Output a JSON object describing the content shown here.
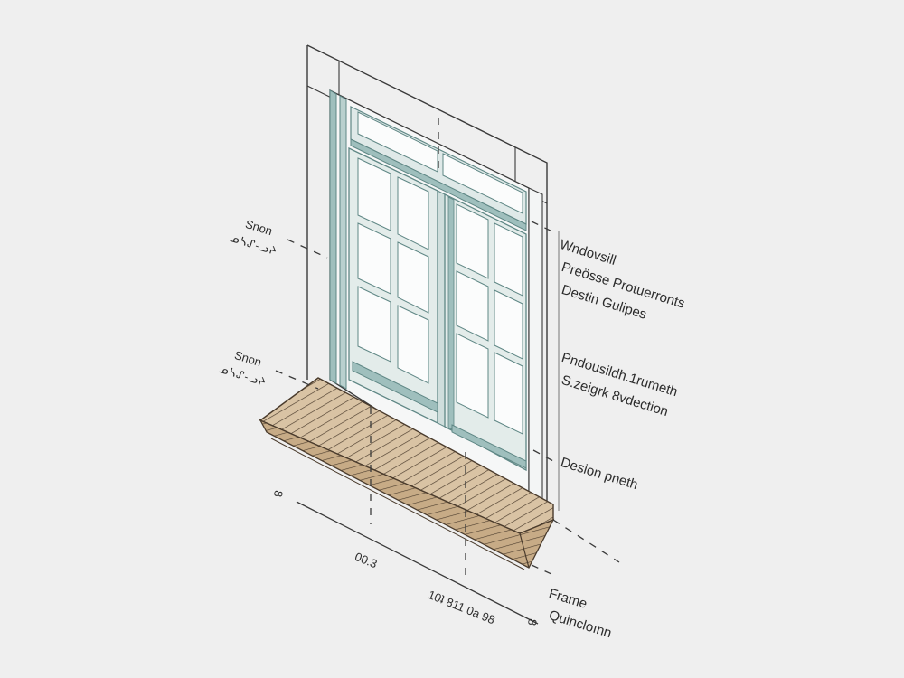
{
  "diagram": {
    "type": "isometric technical illustration",
    "subject": "window with windowsill",
    "colors": {
      "background": "#efefef",
      "outline": "#3a3a3a",
      "frame_fill": "#f6f7f7",
      "frame_teal": "#9fbfbd",
      "frame_teal_dark": "#5f8785",
      "glass": "#fbfcfc",
      "sill_fill": "#d9c3a4",
      "sill_edge": "#c7ab86",
      "sill_grain": "#4a3b2c"
    }
  },
  "labels_right": [
    {
      "id": "windowsill",
      "text": "Wndovsill"
    },
    {
      "id": "precise-protuerants",
      "text": "Preösse Protuerronts"
    },
    {
      "id": "design-guides",
      "text": "Destin Gulipes"
    },
    {
      "id": "product-measurement",
      "text": "Pndousildh.1rumeth"
    },
    {
      "id": "straight-selection",
      "text": "S.zeigrk 8vdection"
    },
    {
      "id": "design-depth",
      "text": "Desion pneth"
    },
    {
      "id": "frame",
      "text": "Frame"
    },
    {
      "id": "quincolumn",
      "text": "Quincloınn"
    }
  ],
  "labels_left": [
    {
      "id": "span-top",
      "text": "Snon",
      "sub": "ᓄᓴᔑ-ᓗᔨ"
    },
    {
      "id": "span-bottom",
      "text": "Snon",
      "sub": "ᓄᓴᔑ-ᓗᔨ"
    }
  ],
  "dimensions": {
    "start_marker": "8",
    "end_marker": "8",
    "value_1": "00.3",
    "value_2": "10ʇ 811 0a 98"
  }
}
